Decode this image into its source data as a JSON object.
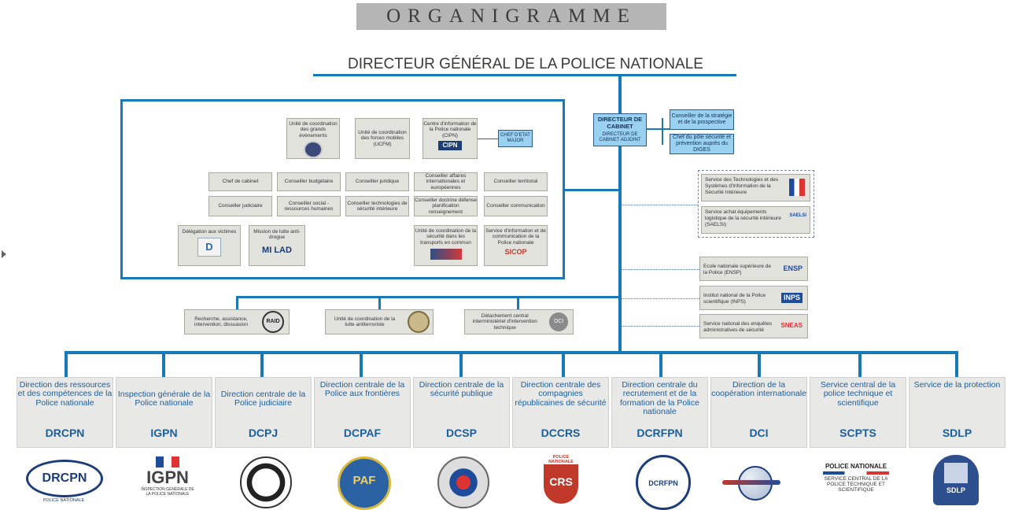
{
  "header": {
    "title": "ORGANIGRAMME",
    "dg": "DIRECTEUR GÉNÉRAL DE LA POLICE NATIONALE"
  },
  "cabinet": {
    "directeur": "DIRECTEUR DE CABINET",
    "adjoint": "DIRECTEUR DE CABINET ADJOINT",
    "conseiller_strategie": "Conseiller de la stratégie et de la prospective",
    "chef_pole": "Chef du pôle sécurité et prévention auprès du DIGES"
  },
  "etat_major": {
    "uc_grands_evenements": "Unité de coordination des grands évènements",
    "ucfm": "Unité de coordination des forces mobiles (UCFM)",
    "cipn": "Centre d'information de la Police nationale (CIPN)",
    "cipn_logo": "CIPN",
    "chef_etat_major": "CHEF D'ETAT MAJOR",
    "rows": [
      [
        "Chef de cabinet",
        "Conseiller budgétaire",
        "Conseiller juridique",
        "Conseiller affaires internationales et européennes",
        "Conseiller territorial"
      ],
      [
        "Conseiller judiciaire",
        "Conseiller social - ressources humaines",
        "Conseiller technologies de sécurité intérieure",
        "Conseiller doctrine défense planification renseignement",
        "Conseiller communication"
      ]
    ],
    "delegation_victimes": "Délégation aux victimes",
    "mission_antidrogue": "Mission de lutte anti-drogue",
    "milad_logo": "MI LAD",
    "uc_transports": "Unité de coordination de la sécurité dans les transports en commun",
    "sicop": "Service d'information et de communication de la Police nationale",
    "sicop_logo": "SICOP"
  },
  "units": {
    "raid": "Recherche, assistance, intervention, dissuasion",
    "raid_logo": "RAID",
    "uclat": "Unité de coordination de la lutte antiterroriste",
    "dcit": "Détachement central interministériel d'intervention technique",
    "dcit_logo": "DCI"
  },
  "services": [
    {
      "label": "Service des Technologies et des Systèmes d'Information de la Sécurité Intérieure"
    },
    {
      "label": "Service achat équipements logistique de la sécurité intérieure (SAELSI)",
      "logo": "SAELSI"
    }
  ],
  "schools": [
    {
      "label": "Ecole nationale supérieure de la Police (ENSP)",
      "logo": "ENSP"
    },
    {
      "label": "Institut national de la Police scientifique (INPS)",
      "logo": "INPS"
    },
    {
      "label": "Service national des enquêtes administratives de sécurité",
      "logo": "SNEAS"
    }
  ],
  "directions": [
    {
      "name": "Direction des ressources et des compétences de la Police nationale",
      "abbr": "DRCPN"
    },
    {
      "name": "Inspection générale de la Police nationale",
      "abbr": "IGPN"
    },
    {
      "name": "Direction centrale de la Police judiciaire",
      "abbr": "DCPJ"
    },
    {
      "name": "Direction centrale de la Police aux frontières",
      "abbr": "DCPAF"
    },
    {
      "name": "Direction centrale de la sécurité publique",
      "abbr": "DCSP"
    },
    {
      "name": "Direction centrale des compagnies républicaines de sécurité",
      "abbr": "DCCRS"
    },
    {
      "name": "Direction centrale du recrutement et de la formation de la Police nationale",
      "abbr": "DCRFPN"
    },
    {
      "name": "Direction de la coopération internationale",
      "abbr": "DCI"
    },
    {
      "name": "Service central de la police technique et scientifique",
      "abbr": "SCPTS"
    },
    {
      "name": "Service de la protection",
      "abbr": "SDLP"
    }
  ],
  "logos": {
    "drcpn": "DRCPN",
    "drcpn_sub": "POLICE NATIONALE",
    "igpn": "IGPN",
    "igpn_sub": "INSPECTION GÉNÉRALE DE LA POLICE NATIONALE",
    "dcpaf": "PAF",
    "dccrs_top": "POLICE NATIONALE",
    "dccrs": "CRS",
    "dcrfpn": "DCRFPN",
    "scpts_top": "POLICE NATIONALE",
    "scpts": "SERVICE CENTRAL DE LA POLICE TECHNIQUE ET SCIENTIFIQUE",
    "sdlp": "SDLP"
  },
  "colors": {
    "line": "#1779b8",
    "dir_text": "#1c5e9c",
    "blue_box": "#9ad0f0"
  }
}
